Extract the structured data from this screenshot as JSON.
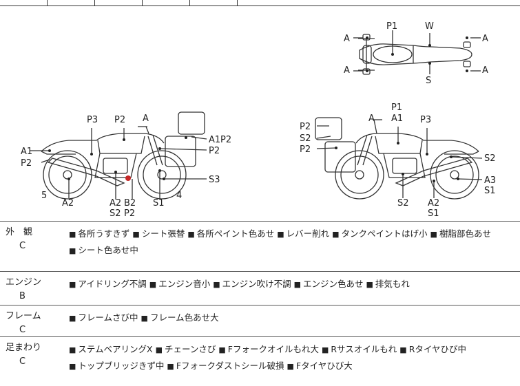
{
  "diagram": {
    "top_view_labels": [
      "P1",
      "W",
      "A",
      "A",
      "A",
      "A",
      "S"
    ],
    "left_view_labels": [
      "P3",
      "P2",
      "A",
      "A1",
      "P2",
      "A1",
      "P2",
      "P2",
      "S3",
      "5",
      "A2",
      "A2",
      "B2",
      "S2",
      "P2",
      "S1",
      "4"
    ],
    "right_view_labels": [
      "P1",
      "A",
      "A1",
      "P3",
      "P2",
      "S2",
      "P2",
      "S2",
      "A3",
      "S1",
      "S2",
      "A2",
      "S1"
    ]
  },
  "sections": [
    {
      "name": "外　観",
      "grade": "C",
      "items": [
        "各所うすきず",
        "シート張替",
        "各所ペイント色あせ",
        "レバー削れ",
        "タンクペイントはげ小",
        "樹脂部色あせ",
        "シート色あせ中"
      ]
    },
    {
      "name": "エンジン",
      "grade": "B",
      "items": [
        "アイドリング不調",
        "エンジン音小",
        "エンジン吹け不調",
        "エンジン色あせ",
        "排気もれ"
      ]
    },
    {
      "name": "フレーム",
      "grade": "C",
      "items": [
        "フレームさび中",
        "フレーム色あせ大"
      ]
    },
    {
      "name": "足まわり",
      "grade": "C",
      "items": [
        "ステムベアリングX",
        "チェーンさび",
        "Fフォークオイルもれ大",
        "Rサスオイルもれ",
        "Rタイヤひび中",
        "トップブリッジきず中",
        "Fフォークダストシール破損",
        "Fタイヤひび大"
      ]
    }
  ]
}
